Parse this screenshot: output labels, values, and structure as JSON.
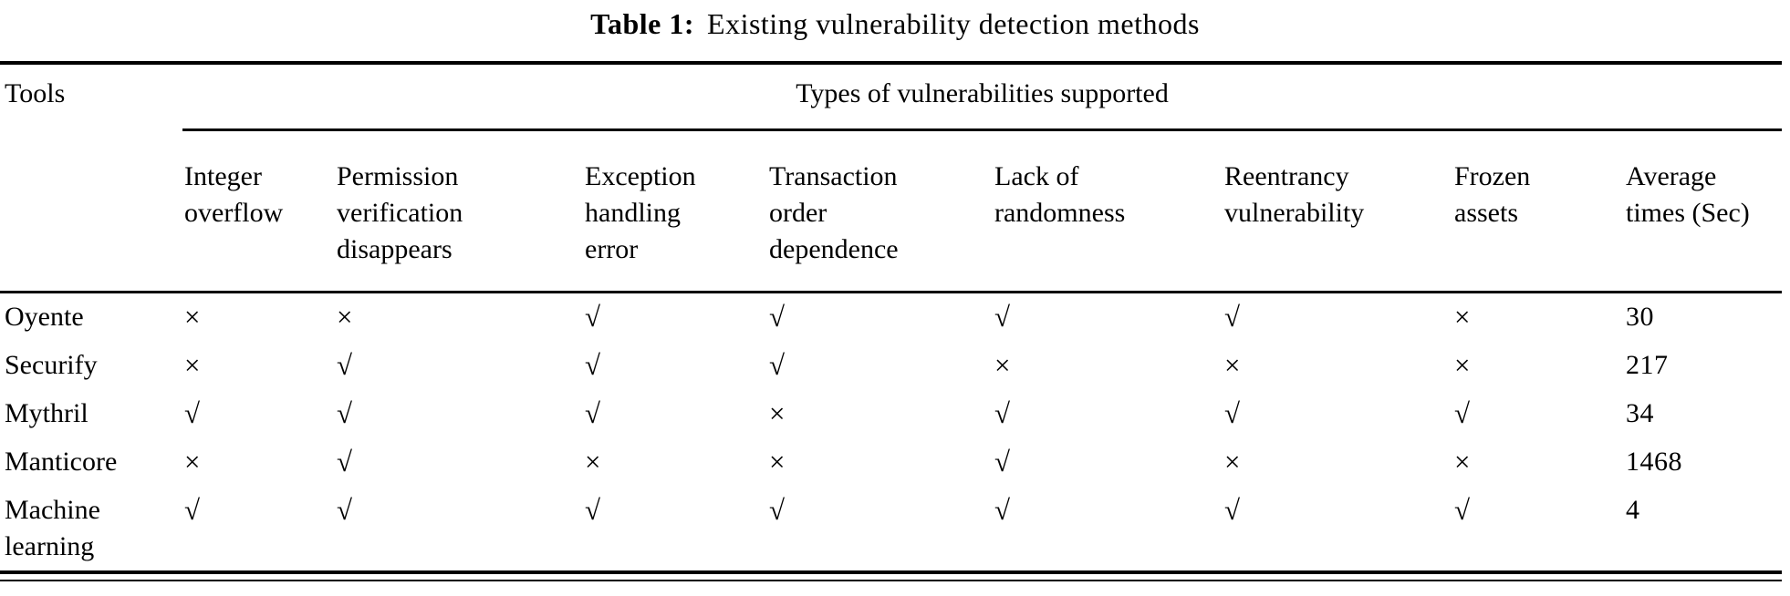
{
  "caption": {
    "label": "Table 1:",
    "text": "Existing vulnerability detection methods"
  },
  "table": {
    "corner_header": "Tools",
    "group_header": "Types of vulnerabilities supported",
    "columns": [
      "Integer\noverflow",
      "Permission\nverification\ndisappears",
      "Exception\nhandling\nerror",
      "Transaction\norder\ndependence",
      "Lack of\nrandomness",
      "Reentrancy\nvulnerability",
      "Frozen\nassets",
      "Average\ntimes (Sec)"
    ],
    "legend": {
      "supported_mark": "√",
      "not_supported_mark": "×"
    },
    "rows": [
      {
        "tool": "Oyente",
        "marks": [
          "×",
          "×",
          "√",
          "√",
          "√",
          "√",
          "×"
        ],
        "avg_time": "30"
      },
      {
        "tool": "Securify",
        "marks": [
          "×",
          "√",
          "√",
          "√",
          "×",
          "×",
          "×"
        ],
        "avg_time": "217"
      },
      {
        "tool": "Mythril",
        "marks": [
          "√",
          "√",
          "√",
          "×",
          "√",
          "√",
          "√"
        ],
        "avg_time": "34"
      },
      {
        "tool": "Manticore",
        "marks": [
          "×",
          "√",
          "×",
          "×",
          "√",
          "×",
          "×"
        ],
        "avg_time": "1468"
      },
      {
        "tool": "Machine\nlearning",
        "marks": [
          "√",
          "√",
          "√",
          "√",
          "√",
          "√",
          "√"
        ],
        "avg_time": "4"
      }
    ]
  }
}
